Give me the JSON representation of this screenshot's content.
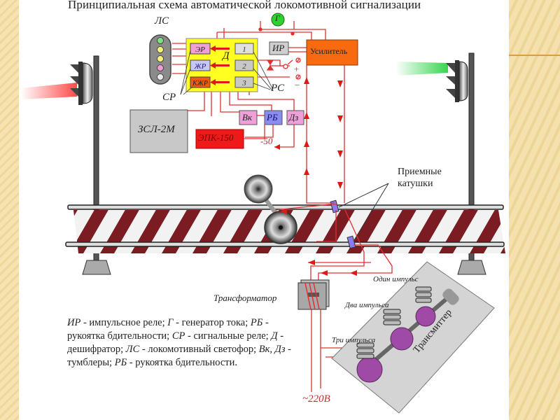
{
  "title": "Принципиальная схема автоматической локомотивной сигнализации",
  "labels": {
    "ls": "ЛС",
    "d": "Д",
    "sr": "СР",
    "rs": "РС",
    "g": "Г",
    "ir": "ИР",
    "amplifier": "Усилитель",
    "zsl": "ЗСЛ-2М",
    "epk": "ЭПК-150",
    "vk": "Вк",
    "rb": "РБ",
    "dz": "Дз",
    "minus50": "-50",
    "plus": "+",
    "minus": "−",
    "receiving_coils": [
      "Приемные",
      "катушки"
    ],
    "transformer": "Трансформатор",
    "one_impulse": "Один импульс",
    "two_impulses": "Два импульса",
    "three_impulses": "Три импульса",
    "transmitter": "Трансмиттер",
    "voltage": "~220В"
  },
  "relays": [
    {
      "label": "ЭР",
      "color": "#f2a0d8"
    },
    {
      "label": "ЖР",
      "color": "#c8c8f8"
    },
    {
      "label": "КЖР",
      "color": "#f05a14"
    }
  ],
  "rs_relays": [
    "1",
    "2",
    "3"
  ],
  "ls_lamps": [
    "#7ee07e",
    "#f4f27a",
    "#f4f27a",
    "#f29ad6",
    "#e8e8e8"
  ],
  "signals": {
    "left_beam": "#ff3b3b",
    "right_beam": "#28d040"
  },
  "legend": [
    {
      "term": "ИР",
      "desc": " - импульсное реле; "
    },
    {
      "term": "Г",
      "desc": " - генератор тока; "
    },
    {
      "term": "РБ",
      "desc": " - рукоятка бдительности; "
    },
    {
      "term": "СР",
      "desc": " - сигнальные реле; "
    },
    {
      "term": "Д",
      "desc": " - дешифратор; "
    },
    {
      "term": "ЛС",
      "desc": " - локомотивный светофор; "
    },
    {
      "term": "Вк, Дз",
      "desc": " - тумблеры; "
    },
    {
      "term": "РБ",
      "desc": " - рукоятка бдительности."
    }
  ]
}
